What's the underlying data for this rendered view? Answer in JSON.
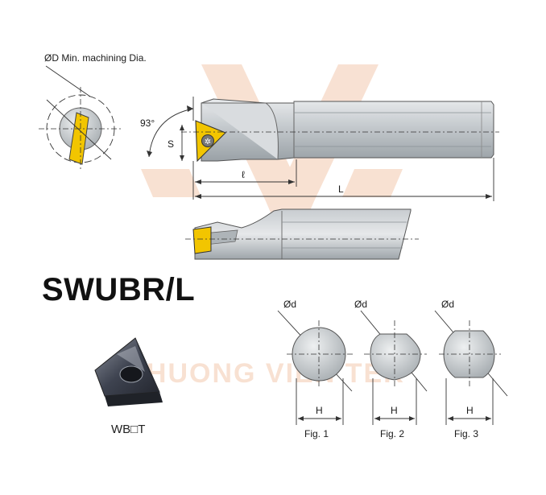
{
  "title": "SWUBR/L",
  "insert_code": "WB□T",
  "watermark_text": "PHUONG VIEN TEK",
  "labels": {
    "min_dia": "ØD Min. machining Dia.",
    "angle": "93°",
    "s": "S",
    "l_small": "ℓ",
    "l_big": "L",
    "od": "Ød",
    "h": "H"
  },
  "figures": [
    {
      "caption": "Fig. 1"
    },
    {
      "caption": "Fig. 2"
    },
    {
      "caption": "Fig. 3"
    }
  ],
  "colors": {
    "watermark": "#f3c9ae",
    "insert_yellow": "#f2c500",
    "bar_gray": "#cfd3d6",
    "bar_dark": "#8f969b"
  }
}
